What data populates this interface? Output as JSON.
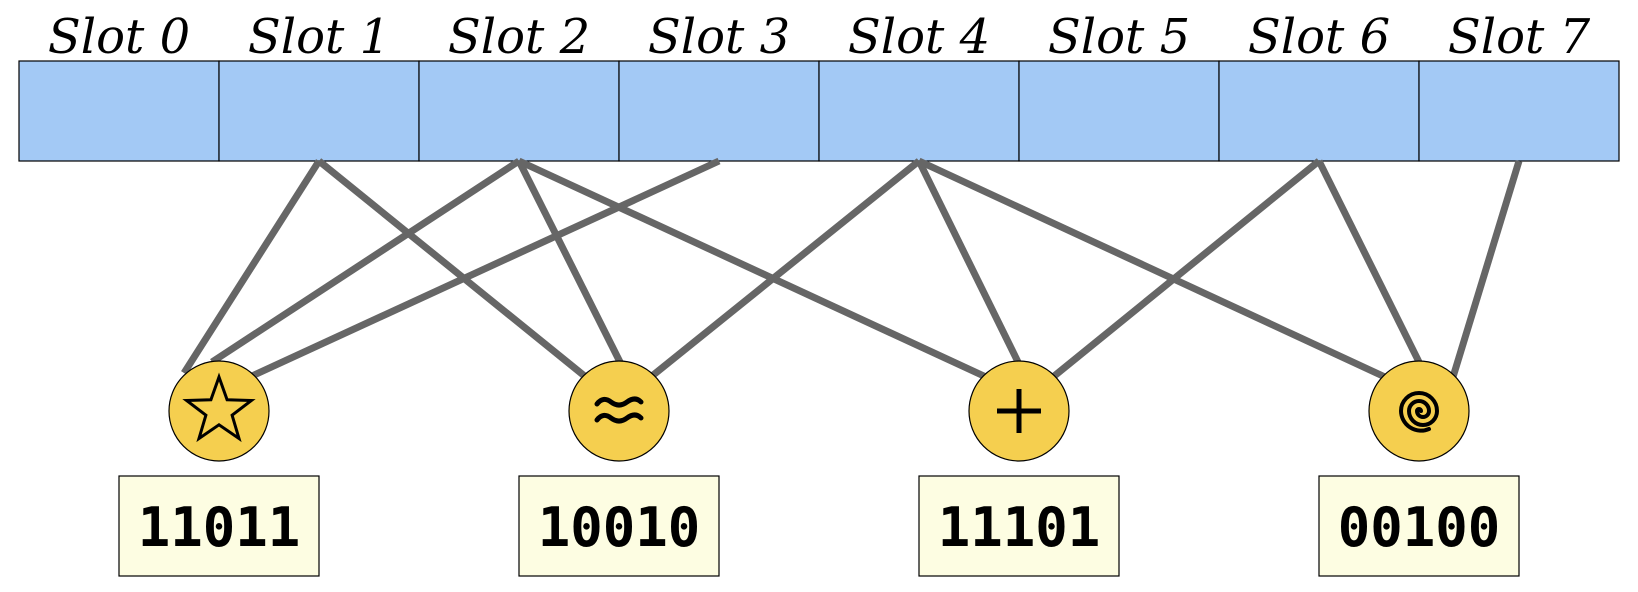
{
  "colors": {
    "slot_fill": "#a3c9f5",
    "edge": "#666666",
    "node_fill": "#f5cf4f",
    "code_fill": "#fdfde2"
  },
  "slots": [
    {
      "label": "Slot 0"
    },
    {
      "label": "Slot 1"
    },
    {
      "label": "Slot 2"
    },
    {
      "label": "Slot 3"
    },
    {
      "label": "Slot 4"
    },
    {
      "label": "Slot 5"
    },
    {
      "label": "Slot 6"
    },
    {
      "label": "Slot 7"
    }
  ],
  "nodes": [
    {
      "icon": "star-icon",
      "code": "11011",
      "slots": [
        1,
        2,
        3
      ]
    },
    {
      "icon": "approx-icon",
      "code": "10010",
      "slots": [
        1,
        2,
        4
      ]
    },
    {
      "icon": "plus-icon",
      "code": "11101",
      "slots": [
        2,
        4,
        6
      ]
    },
    {
      "icon": "spiral-icon",
      "code": "00100",
      "slots": [
        4,
        6,
        7
      ]
    }
  ]
}
